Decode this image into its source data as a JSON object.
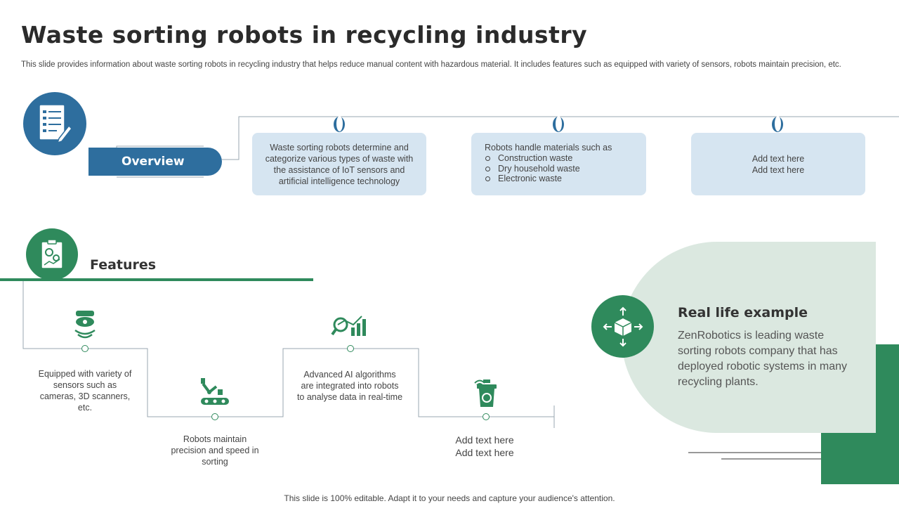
{
  "title": "Waste sorting robots in recycling industry",
  "subtitle": "This slide provides information about waste sorting robots in recycling industry that helps reduce manual content with hazardous material. It includes features such as  equipped with variety of sensors, robots maintain precision, etc.",
  "overview": {
    "label": "Overview",
    "icon": "checklist-document-icon",
    "cards": [
      {
        "text": "Waste sorting robots determine and categorize various types of waste with the assistance of IoT sensors and artificial intelligence technology"
      },
      {
        "heading": "Robots handle materials such as",
        "items": [
          "Construction waste",
          "Dry household waste",
          "Electronic waste"
        ]
      },
      {
        "line1": "Add text here",
        "line2": "Add text here"
      }
    ]
  },
  "features": {
    "label": "Features",
    "icon": "settings-clipboard-icon",
    "items": [
      {
        "icon": "camera-sensor-icon",
        "text": "Equipped with variety of sensors such as cameras, 3D scanners, etc."
      },
      {
        "icon": "robot-arm-icon",
        "text": "Robots maintain precision and speed in sorting"
      },
      {
        "icon": "ai-analytics-icon",
        "text": "Advanced AI algorithms are integrated into robots to analyse data in real-time"
      },
      {
        "icon": "smart-recycle-bin-icon",
        "line1": "Add text here",
        "line2": "Add text here"
      }
    ]
  },
  "real_life": {
    "title": "Real life example",
    "text": "ZenRobotics is leading waste sorting robots company that has deployed robotic systems in many recycling plants.",
    "icon": "cube-arrows-icon"
  },
  "footer": "This slide is 100% editable. Adapt it to your needs and capture your audience's attention.",
  "colors": {
    "blue": "#2e6e9e",
    "green": "#2f8a5c",
    "light_blue": "#d6e5f1",
    "light_green": "#dbe8e0"
  }
}
